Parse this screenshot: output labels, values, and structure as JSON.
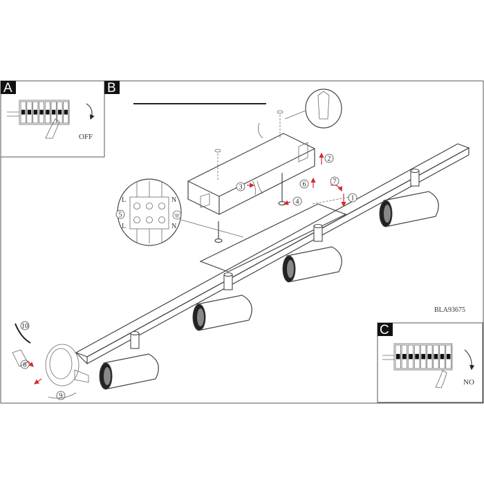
{
  "model_code": "BLA93675",
  "panels": {
    "a": {
      "letter": "A",
      "off_label": "OFF"
    },
    "b": {
      "letter": "B"
    },
    "c": {
      "letter": "C",
      "no_label": "NO"
    }
  },
  "wire_terminal": {
    "left_top": "L",
    "left_bottom": "L",
    "right_top": "N",
    "right_bottom": "N"
  },
  "steps": [
    "1",
    "2",
    "3",
    "4",
    "5",
    "6",
    "7",
    "8",
    "9",
    "10"
  ],
  "colors": {
    "arrow_red": "#d42a2a",
    "line": "#444444",
    "panel_label_bg": "#111111"
  }
}
